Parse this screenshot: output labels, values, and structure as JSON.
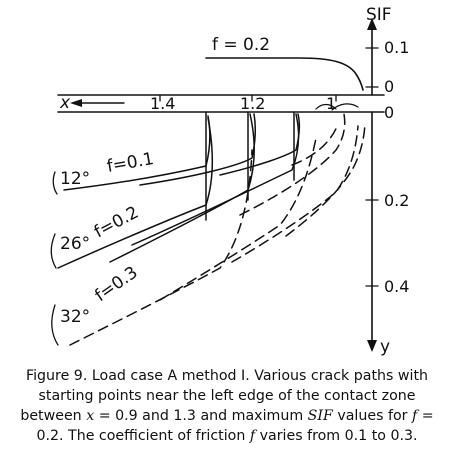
{
  "figure": {
    "axis_labels": {
      "sif": "SIF",
      "x": "x",
      "y": "y"
    },
    "sif_ticks": [
      "0.1",
      "0"
    ],
    "x_ticks": [
      "1.4",
      "1.2",
      "1"
    ],
    "y_ticks": [
      "0",
      "0.2",
      "0.4"
    ],
    "sif_curve_label": "f  =  0.2",
    "friction_labels": [
      "f=0.1",
      "f=0.2",
      "f=0.3"
    ],
    "angle_labels": [
      "12°",
      "26°",
      "32°"
    ]
  },
  "caption": {
    "p1": "Figure 9. Load case A method I. Various crack paths with starting points near the left edge of the contact zone between ",
    "x_var": "x",
    "p2": " = 0.9 and 1.3 and maximum ",
    "sif_var": "SIF",
    "p3": " values for ",
    "f_var": "f",
    "p4": " = 0.2. The coefficient of friction ",
    "f_var2": "f",
    "p5": " varies from 0.1 to 0.3."
  }
}
